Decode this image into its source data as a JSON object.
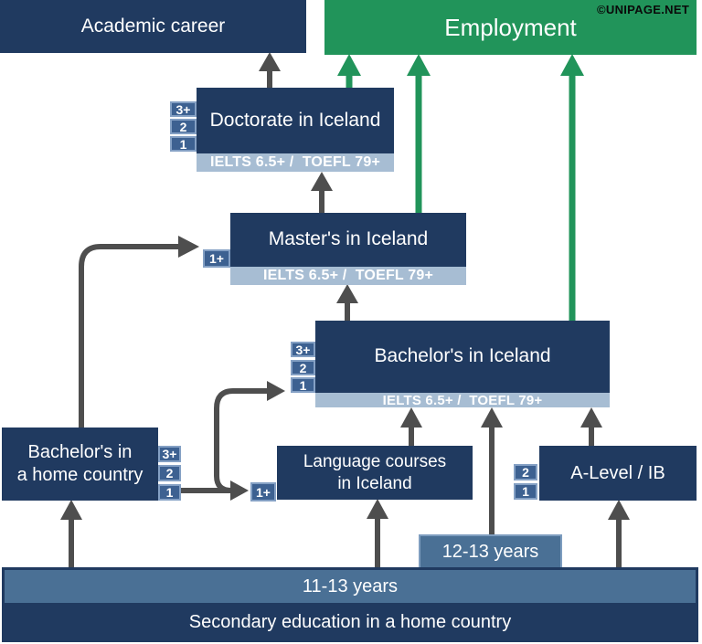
{
  "copyright": "©UNIPAGE.NET",
  "colors": {
    "navy": "#203a60",
    "green": "#21945a",
    "steel_bar": "#4a7095",
    "ielts_bar": "#a7bdd3",
    "badge_fill": "#3d6191",
    "badge_border": "#84a0c4",
    "arrow_gray": "#4e4e4e",
    "text_white": "#ffffff",
    "copyright_text": "#0a0a0a"
  },
  "nodes": {
    "academic_career": {
      "label": "Academic career"
    },
    "employment": {
      "label": "Employment"
    },
    "doctorate": {
      "label": "Doctorate in Iceland",
      "years": [
        "3+",
        "2",
        "1"
      ],
      "tests": "IELTS 6.5+ /  TOEFL 79+"
    },
    "master": {
      "label": "Master's in Iceland",
      "years": [
        "1+"
      ],
      "tests": "IELTS 6.5+ /  TOEFL 79+"
    },
    "bachelor_iceland": {
      "label": "Bachelor's in Iceland",
      "years": [
        "3+",
        "2",
        "1"
      ],
      "tests": "IELTS 6.5+ /  TOEFL 79+"
    },
    "bachelor_home": {
      "label_line1": "Bachelor's in",
      "label_line2": "a home country",
      "years": [
        "3+",
        "2",
        "1"
      ]
    },
    "language_courses": {
      "label_line1": "Language courses",
      "label_line2": "in Iceland",
      "years": [
        "1+"
      ]
    },
    "a_level": {
      "label": "A-Level / IB",
      "years": [
        "2",
        "1"
      ]
    },
    "years_12_13": {
      "label": "12-13 years"
    },
    "years_11_13": {
      "label": "11-13 years"
    },
    "secondary": {
      "label": "Secondary education in a home country"
    }
  },
  "edges": [
    {
      "from": "doctorate",
      "to": "academic_career",
      "color": "gray"
    },
    {
      "from": "doctorate",
      "to": "employment",
      "color": "green"
    },
    {
      "from": "master",
      "to": "employment",
      "color": "green"
    },
    {
      "from": "bachelor_iceland",
      "to": "employment",
      "color": "green"
    },
    {
      "from": "master",
      "to": "doctorate",
      "color": "gray"
    },
    {
      "from": "bachelor_iceland",
      "to": "master",
      "color": "gray"
    },
    {
      "from": "bachelor_home",
      "to": "master",
      "color": "gray"
    },
    {
      "from": "bachelor_home",
      "to": "bachelor_iceland",
      "color": "gray"
    },
    {
      "from": "bachelor_home",
      "to": "language_courses",
      "color": "gray"
    },
    {
      "from": "language_courses",
      "to": "bachelor_iceland",
      "color": "gray"
    },
    {
      "from": "years_12_13",
      "to": "bachelor_iceland",
      "color": "gray"
    },
    {
      "from": "a_level",
      "to": "bachelor_iceland",
      "color": "gray"
    },
    {
      "from": "years_11_13",
      "to": "bachelor_home",
      "color": "gray"
    },
    {
      "from": "years_11_13",
      "to": "language_courses",
      "color": "gray"
    },
    {
      "from": "years_11_13",
      "to": "a_level",
      "color": "gray"
    }
  ]
}
